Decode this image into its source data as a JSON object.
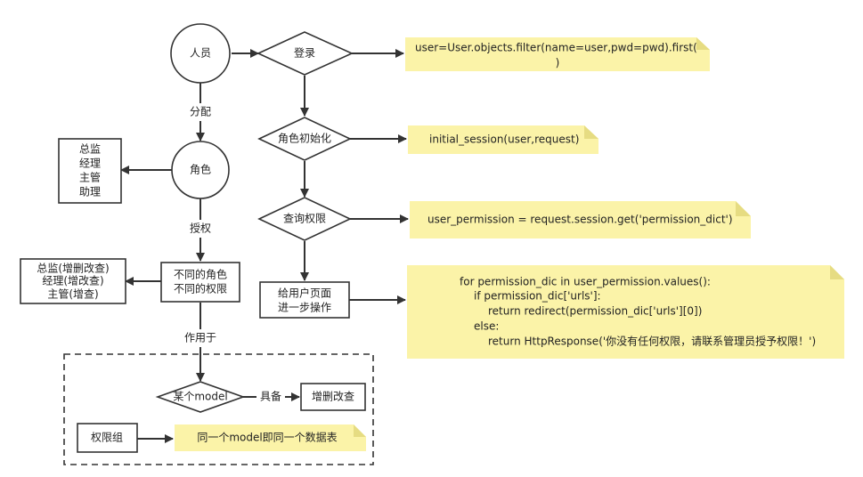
{
  "nodes": {
    "personnel": "人员",
    "login": "登录",
    "role": "角色",
    "role_init": "角色初始化",
    "query_perm": "查询权限",
    "give_page_l1": "给用户页面",
    "give_page_l2": "进一步操作",
    "roles_list": [
      "总监",
      "经理",
      "主管",
      "助理"
    ],
    "role_perms_list": [
      "总监(增删改查)",
      "经理(增改查)",
      "主管(增查)"
    ],
    "diff_l1": "不同的角色",
    "diff_l2": "不同的权限",
    "model": "某个model",
    "crud": "增删改查",
    "perm_group": "权限组"
  },
  "edge_labels": {
    "assign": "分配",
    "authorize": "授权",
    "applies_to": "作用于",
    "has": "具备"
  },
  "notes": {
    "login_code_l1": "user=User.objects.filter(name=user,pwd=pwd).first(",
    "login_code_l2": ")",
    "init_code": "initial_session(user,request)",
    "perm_code": "user_permission  = request.session.get('permission_dict')",
    "loop_code": [
      "for permission_dic in user_permission.values():",
      "    if permission_dic['urls']:",
      "        return redirect(permission_dic['urls'][0])",
      "    else:",
      "        return HttpResponse('你没有任何权限，请联系管理员授予权限！')"
    ],
    "same_model": "同一个model即同一个数据表"
  },
  "colors": {
    "note": "#fbf3a8",
    "note_fold": "#e6dc82",
    "stroke": "#333333"
  }
}
